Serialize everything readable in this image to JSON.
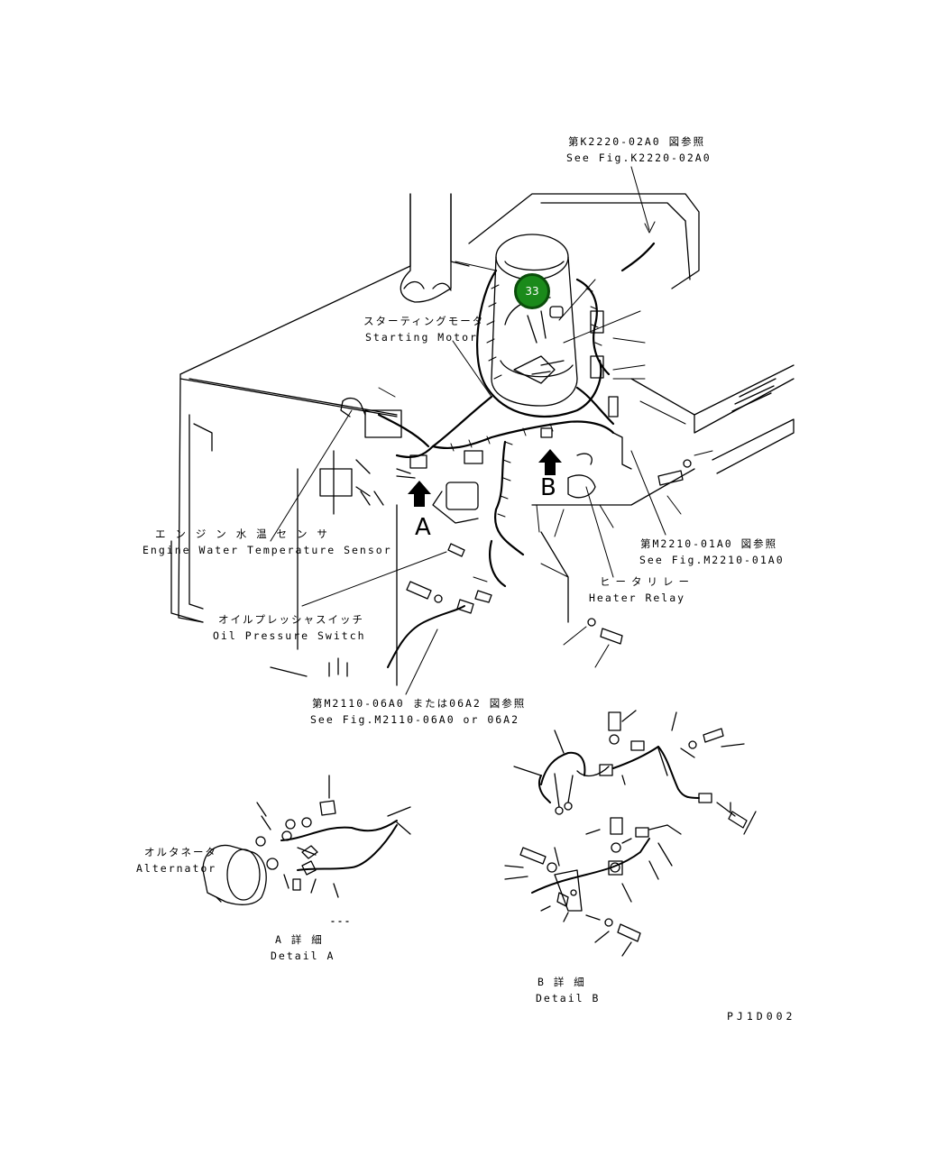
{
  "callout": {
    "number": "33",
    "color": "#1a8a1a"
  },
  "labels": {
    "ref_k2220_jp": "第K2220-02A0 図参照",
    "ref_k2220_en": "See Fig.K2220-02A0",
    "starting_motor_jp": "スターティングモータ",
    "starting_motor_en": "Starting Motor",
    "water_temp_jp": "エ ン ジ ン 水 温 セ ン サ",
    "water_temp_en": "Engine Water Temperature Sensor",
    "ref_m2210_jp": "第M2210-01A0 図参照",
    "ref_m2210_en": "See Fig.M2210-01A0",
    "heater_relay_jp": "ヒータリレー",
    "heater_relay_en": "Heater Relay",
    "oil_pressure_jp": "オイルプレッシャスイッチ",
    "oil_pressure_en": "Oil Pressure Switch",
    "ref_m2110_jp": "第M2110-06A0 または06A2 図参照",
    "ref_m2110_en": "See Fig.M2110-06A0 or 06A2",
    "alternator_jp": "オルタネータ",
    "alternator_en": "Alternator",
    "detail_a_jp": "A 詳 細",
    "detail_a_en": "Detail A",
    "detail_b_jp": "B 詳 細",
    "detail_b_en": "Detail B",
    "view_a": "A",
    "view_b": "B",
    "drawing_code": "PJ1D002"
  }
}
